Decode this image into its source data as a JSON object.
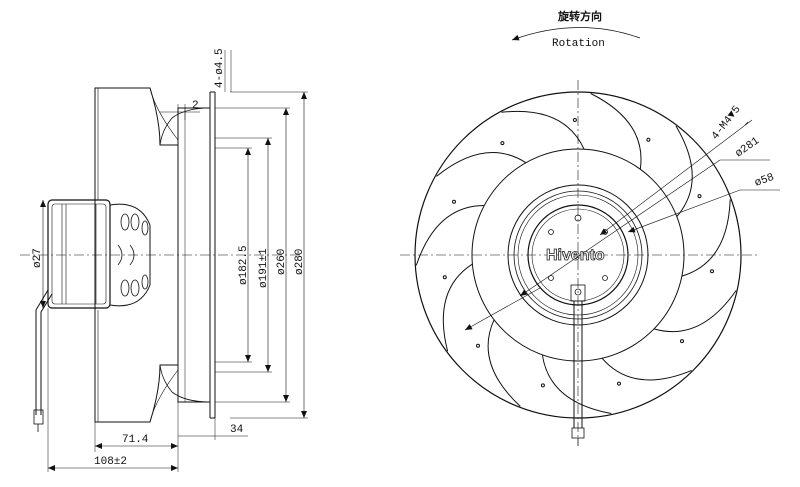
{
  "rotation": {
    "label_cn": "旋转方向",
    "label_en": "Rotation"
  },
  "brand": {
    "logo": "Hivento"
  },
  "side_view": {
    "dim_hole": "4-ø4.5",
    "dim_gap": "2",
    "dim_d1825": "ø182.5",
    "dim_d191": "ø191±1",
    "dim_d260": "ø260",
    "dim_d280": "ø280",
    "dim_d27": "ø27",
    "dim_714": "71.4",
    "dim_34": "34",
    "dim_108": "108±2"
  },
  "front_view": {
    "dim_thread": "4-M4▼5",
    "dim_d281": "ø281",
    "dim_d58": "ø58"
  }
}
